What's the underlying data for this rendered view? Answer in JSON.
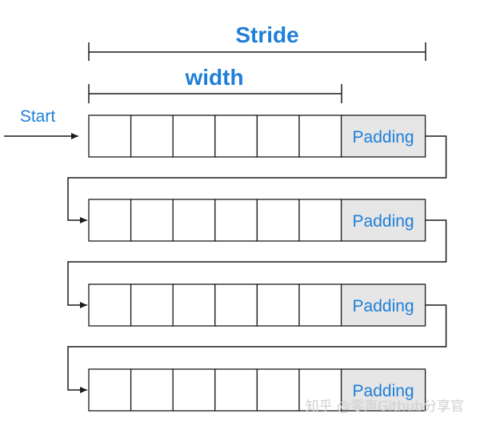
{
  "labels": {
    "stride": "Stride",
    "width": "width",
    "start": "Start",
    "padding": "Padding"
  },
  "grid": {
    "rows": 4,
    "cells_per_row": 6
  },
  "watermark": "知乎 @零声Github分享官",
  "colors": {
    "label_blue": "#1f7fd8",
    "padding_fill": "#e6e6e6",
    "line": "#1a1a1a",
    "watermark": "#d0d0d0"
  }
}
